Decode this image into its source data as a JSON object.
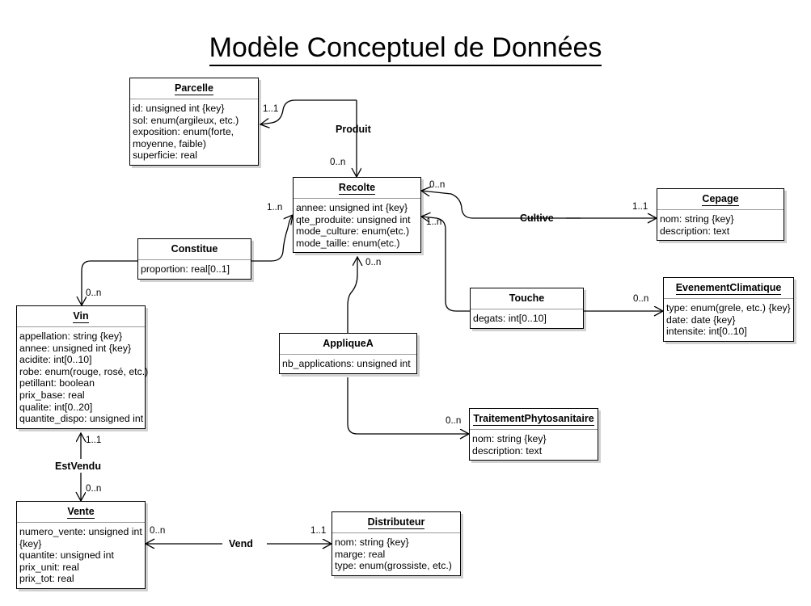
{
  "title": "Modèle Conceptuel de Données",
  "entities": [
    {
      "id": "parcelle",
      "name": "Parcelle",
      "underlined": true,
      "attributes": [
        "id: unsigned int {key}",
        "sol: enum(argileux, etc.)",
        "exposition: enum(forte,",
        "moyenne, faible)",
        "superficie: real"
      ]
    },
    {
      "id": "recolte",
      "name": "Recolte",
      "underlined": true,
      "attributes": [
        "annee: unsigned int {key}",
        "qte_produite: unsigned int",
        "mode_culture: enum(etc.)",
        "mode_taille: enum(etc.)"
      ]
    },
    {
      "id": "cepage",
      "name": "Cepage",
      "underlined": true,
      "attributes": [
        "nom: string {key}",
        "description: text"
      ]
    },
    {
      "id": "constitue",
      "name": "Constitue",
      "underlined": false,
      "attributes": [
        "proportion: real[0..1]"
      ]
    },
    {
      "id": "vin",
      "name": "Vin",
      "underlined": true,
      "attributes": [
        "appellation: string {key}",
        "annee: unsigned int {key}",
        "acidite: int[0..10]",
        "robe: enum(rouge, rosé, etc.)",
        "petillant: boolean",
        "prix_base: real",
        "qualite: int[0..20]",
        "quantite_dispo: unsigned int"
      ]
    },
    {
      "id": "touche",
      "name": "Touche",
      "underlined": false,
      "attributes": [
        "degats: int[0..10]"
      ]
    },
    {
      "id": "evenementclimatique",
      "name": "EvenementClimatique",
      "underlined": true,
      "attributes": [
        "type: enum(grele, etc.) {key}",
        "date: date {key}",
        "intensite: int[0..10]"
      ]
    },
    {
      "id": "appliquea",
      "name": "AppliqueA",
      "underlined": false,
      "attributes": [
        "nb_applications: unsigned int"
      ]
    },
    {
      "id": "traitementphytosanitaire",
      "name": "TraitementPhytosanitaire",
      "underlined": true,
      "attributes": [
        "nom: string {key}",
        "description: text"
      ]
    },
    {
      "id": "vente",
      "name": "Vente",
      "underlined": true,
      "attributes": [
        "numero_vente: unsigned int",
        "{key}",
        "quantite: unsigned int",
        "prix_unit: real",
        "prix_tot: real"
      ]
    },
    {
      "id": "distributeur",
      "name": "Distributeur",
      "underlined": true,
      "attributes": [
        "nom: string {key}",
        "marge: real",
        "type: enum(grossiste, etc.)"
      ]
    }
  ],
  "associations": [
    {
      "id": "produit",
      "label": "Produit"
    },
    {
      "id": "cultive",
      "label": "Cultive"
    },
    {
      "id": "estvendu",
      "label": "EstVendu"
    },
    {
      "id": "vend",
      "label": "Vend"
    }
  ],
  "multiplicities": [
    {
      "id": "produit-parcelle",
      "text": "1..1"
    },
    {
      "id": "produit-recolte",
      "text": "0..n"
    },
    {
      "id": "constitue-recolte",
      "text": "1..n"
    },
    {
      "id": "constitue-vin",
      "text": "0..n"
    },
    {
      "id": "cultive-recolte",
      "text": "0..n"
    },
    {
      "id": "cultive-cepage",
      "text": "1..1"
    },
    {
      "id": "touche-recolte",
      "text": "1..n"
    },
    {
      "id": "touche-evenement",
      "text": "0..n"
    },
    {
      "id": "appliquea-recolte",
      "text": "0..n"
    },
    {
      "id": "appliquea-traitement",
      "text": "0..n"
    },
    {
      "id": "estvendu-vin",
      "text": "1..1"
    },
    {
      "id": "estvendu-vente",
      "text": "0..n"
    },
    {
      "id": "vend-vente",
      "text": "0..n"
    },
    {
      "id": "vend-distributeur",
      "text": "1..1"
    }
  ],
  "colors": {
    "background": "#ffffff",
    "line": "#000000",
    "box_border": "#000000",
    "separator": "#9a9a9a",
    "shadow": "rgba(0,0,0,0.18)"
  }
}
